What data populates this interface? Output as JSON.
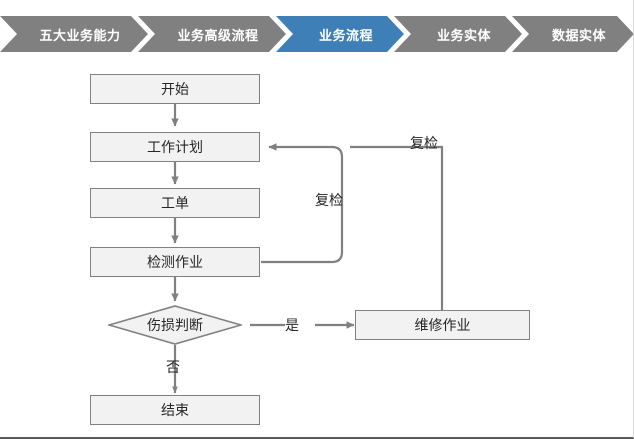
{
  "breadcrumb": {
    "items": [
      {
        "label": "五大业务能力",
        "active": false
      },
      {
        "label": "业务高级流程",
        "active": false
      },
      {
        "label": "业务流程",
        "active": true
      },
      {
        "label": "业务实体",
        "active": false
      },
      {
        "label": "数据实体",
        "active": false
      }
    ],
    "colors": {
      "inactive": "#808080",
      "active": "#3E7FB8",
      "text": "#ffffff"
    }
  },
  "flowchart": {
    "title": "业务流程",
    "colors": {
      "node_fill": "#F2F2F2",
      "node_border": "#808080",
      "connector": "#808080",
      "text": "#262626"
    },
    "nodes": [
      {
        "id": "start",
        "label": "开始",
        "shape": "rect"
      },
      {
        "id": "plan",
        "label": "工作计划",
        "shape": "rect"
      },
      {
        "id": "order",
        "label": "工单",
        "shape": "rect"
      },
      {
        "id": "inspect",
        "label": "检测作业",
        "shape": "rect"
      },
      {
        "id": "decision",
        "label": "伤损判断",
        "shape": "diamond"
      },
      {
        "id": "end",
        "label": "结束",
        "shape": "rect"
      },
      {
        "id": "repair",
        "label": "维修作业",
        "shape": "rect"
      }
    ],
    "edge_labels": {
      "recheck_inner": "复检",
      "recheck_outer": "复检",
      "yes": "是",
      "no": "否"
    }
  }
}
